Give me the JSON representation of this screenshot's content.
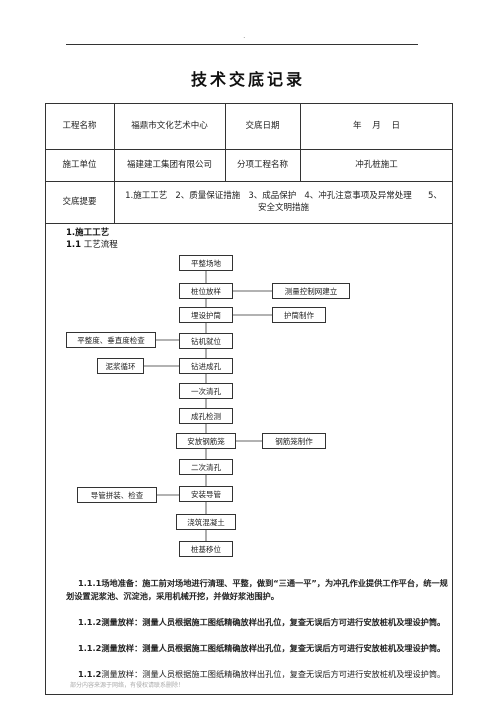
{
  "header": {
    "dot": "."
  },
  "title": "技术交底记录",
  "table": {
    "project_label": "工程名称",
    "project_value": "福鼎市文化艺术中心",
    "date_label": "交底日期",
    "date_value": "年    月    日",
    "unit_label": "施工单位",
    "unit_value": "福建建工集团有限公司",
    "subproject_label": "分项工程名称",
    "subproject_value": "冲孔桩施工",
    "summary_label": "交底提要",
    "summary_value": "1.施工工艺   2、质量保证措施   3、成品保护   4、冲孔注意事项及异常处理      5、安全文明措施"
  },
  "content": {
    "section1": "1.施工工艺",
    "section1_1_num": "1.1",
    "section1_1": "工艺流程",
    "flow": {
      "steps": [
        "平整场地",
        "桩位放样",
        "埋设护筒",
        "钻机就位",
        "钻进成孔",
        "一次清孔",
        "成孔检测",
        "安放钢筋笼",
        "二次清孔",
        "安装导管",
        "浇筑混凝土",
        "桩基移位"
      ],
      "right_notes": [
        "测量控制网建立",
        "护筒制作",
        "钢筋笼制作"
      ],
      "left_notes": [
        "平整度、垂直度检查",
        "泥浆循环",
        "导管拼装、检查"
      ]
    },
    "paras": [
      {
        "num": "1.1.1",
        "title": "场地准备：",
        "body": "施工前对场地进行清理、平整，做到“三通一平”，为冲孔作业提供工作平台，统一规划设置泥浆池、沉淀池，采用机械开挖，并做好浆池围护。"
      },
      {
        "num": "1.1.2",
        "title": "测量放样：",
        "body": "测量人员根据施工图纸精确放样出孔位，复查无误后方可进行安放桩机及埋设护筒。"
      },
      {
        "num": "1.1.2",
        "title": "测量放样：",
        "body": "测量人员根据施工图纸精确放样出孔位，复查无误后方可进行安放桩机及埋设护筒。"
      },
      {
        "num": "1.1.2",
        "title": "",
        "body": "测量放样：测量人员根据施工图纸精确放样出孔位，复查无误后方可进行安放桩机及埋设护筒。"
      }
    ]
  },
  "watermark": "部分内容来源于网络，有侵权请联系删除！"
}
